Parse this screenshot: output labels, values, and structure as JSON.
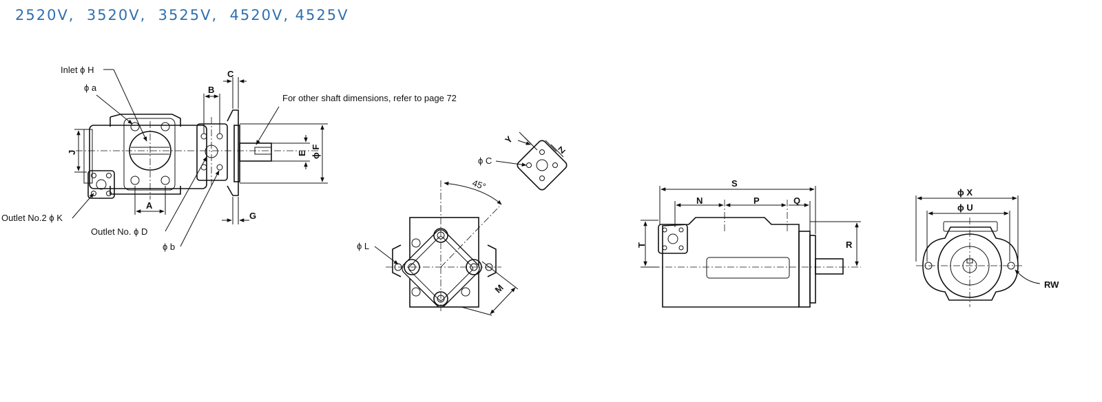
{
  "title": "2520V,  3520V,  3525V,  4520V, 4525V",
  "note": "For other shaft dimensions, refer to page 72",
  "side_view": {
    "inlet": "Inlet ϕ H",
    "phi_a": "ϕ a",
    "outlet2": "Outlet No.2 ϕ K",
    "outlet1": "Outlet No. ϕ D",
    "phi_b": "ϕ b",
    "dim_A": "A",
    "dim_B": "B",
    "dim_C": "C",
    "dim_E": "E",
    "dim_F": "ϕ F",
    "dim_G": "G",
    "dim_J": "J"
  },
  "flange_view": {
    "phi_L": "ϕ L",
    "angle": "45°",
    "dim_M": "M",
    "phi_C": "ϕ C",
    "dim_Y": "Y",
    "dim_Z": "Z"
  },
  "length_view": {
    "dim_S": "S",
    "dim_N": "N",
    "dim_P": "P",
    "dim_Q": "Q",
    "dim_T": "T",
    "dim_R": "R"
  },
  "end_view": {
    "phi_X": "ϕ X",
    "phi_U": "ϕ U",
    "RW": "RW"
  }
}
